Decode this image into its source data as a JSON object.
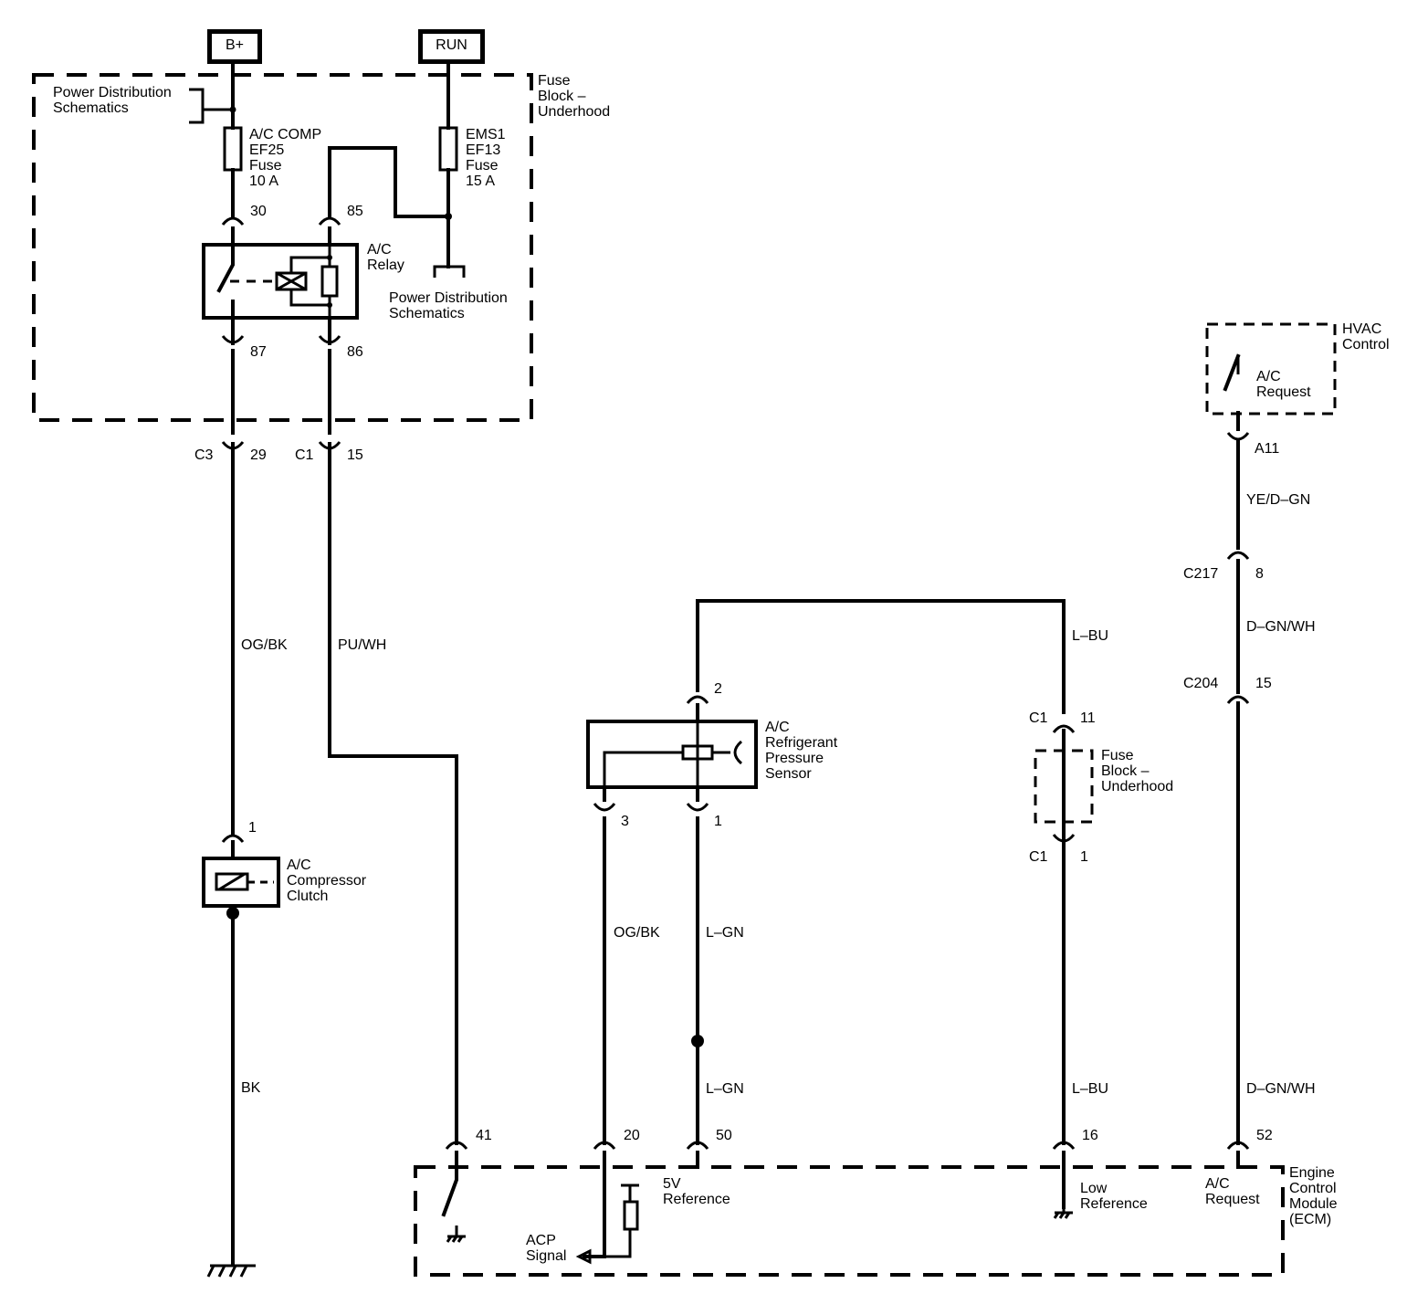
{
  "supplies": {
    "bplus": "B+",
    "run": "RUN"
  },
  "fuse_block": {
    "label": "Fuse\nBlock –\nUnderhood",
    "pds_top": "Power Distribution\nSchematics",
    "pds_mid": "Power Distribution\nSchematics",
    "fuse_ac": "A/C COMP\nEF25\nFuse\n10 A",
    "fuse_ems": "EMS1\nEF13\nFuse\n15 A",
    "relay": "A/C\nRelay",
    "pin30": "30",
    "pin85": "85",
    "pin87": "87",
    "pin86": "86"
  },
  "connectors": {
    "c3": "C3",
    "c3_pin": "29",
    "c1a": "C1",
    "c1a_pin": "15",
    "c217": "C217",
    "c217_pin": "8",
    "c204": "C204",
    "c204_pin": "15",
    "c1b": "C1",
    "c1b_pin": "11",
    "c1c": "C1",
    "c1c_pin": "1",
    "a11": "A11"
  },
  "wires": {
    "og_bk_1": "OG/BK",
    "pu_wh": "PU/WH",
    "bk": "BK",
    "og_bk_2": "OG/BK",
    "l_gn_1": "L–GN",
    "l_gn_2": "L–GN",
    "l_bu_1": "L–BU",
    "l_bu_2": "L–BU",
    "ye_dgn": "YE/D–GN",
    "dgn_wh_1": "D–GN/WH",
    "dgn_wh_2": "D–GN/WH"
  },
  "compressor": {
    "label": "A/C\nCompressor\nClutch",
    "pin": "1"
  },
  "sensor": {
    "label": "A/C\nRefrigerant\nPressure\nSensor",
    "pin2": "2",
    "pin3": "3",
    "pin1": "1"
  },
  "fuse_block_2": {
    "label": "Fuse\nBlock –\nUnderhood"
  },
  "hvac": {
    "label": "HVAC\nControl",
    "switch": "A/C\nRequest"
  },
  "ecm": {
    "label": "Engine\nControl\nModule\n(ECM)",
    "pin41": "41",
    "pin20": "20",
    "pin50": "50",
    "pin16": "16",
    "pin52": "52",
    "ref5v": "5V\nReference",
    "acp": "ACP\nSignal",
    "lowref": "Low\nReference",
    "acreq": "A/C\nRequest"
  }
}
